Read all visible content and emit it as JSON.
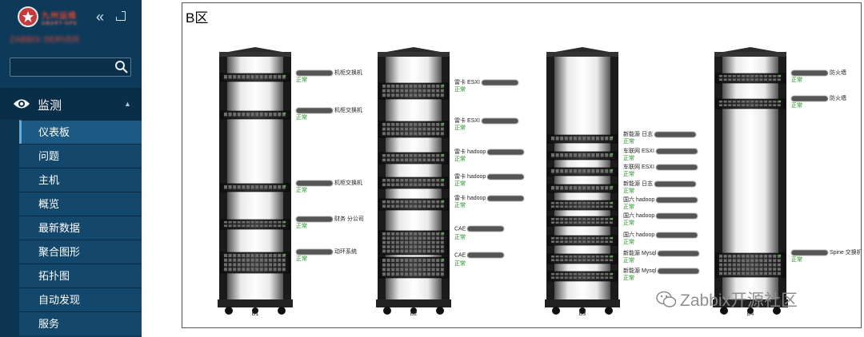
{
  "brand": {
    "name": "九州运维",
    "subtitle": "SMART-OPS"
  },
  "sidebar": {
    "server_name": "ZABBIX SERVER",
    "search": {
      "value": "",
      "placeholder": ""
    },
    "section": {
      "label": "监测"
    },
    "items": [
      {
        "label": "仪表板",
        "active": true
      },
      {
        "label": "问题"
      },
      {
        "label": "主机"
      },
      {
        "label": "概览"
      },
      {
        "label": "最新数据"
      },
      {
        "label": "聚合图形"
      },
      {
        "label": "拓扑图"
      },
      {
        "label": "自动发现"
      },
      {
        "label": "服务"
      }
    ]
  },
  "map": {
    "title": "B区",
    "status_ok": "正常",
    "racks": [
      {
        "label": "B1",
        "servers": [
          "机柜交换机",
          "机柜交换机",
          "机柜交换机",
          "财务 分公司",
          "动环系统"
        ]
      },
      {
        "label": "B2",
        "servers": [
          "雷卡 ESXI",
          "雷卡 ESXI",
          "雷卡 hadoop",
          "雷卡 hadoop",
          "雷卡 hadoop",
          "CAE",
          "CAE"
        ]
      },
      {
        "label": "B3",
        "servers": [
          "新能源 日志",
          "车联网 ESXI",
          "车联网 ESXI",
          "新能源 日志",
          "国六 hadoop",
          "国六 hadoop",
          "国六 hadoop",
          "新能源 Mysql",
          "新能源 Mysql"
        ]
      },
      {
        "label": "B4",
        "servers": [
          "防火墙",
          "防火墙",
          "Spine 交换机"
        ]
      }
    ]
  },
  "watermark": {
    "text": "Zabbix开源社区"
  },
  "colors": {
    "sidebar_bg": "#0e3a5a",
    "menu_item_bg": "#13476b",
    "menu_active_bg": "#1c5a83",
    "status_ok": "#1d8d1d"
  },
  "icons": [
    "logo-star-icon",
    "collapse-left-icon",
    "kiosk-mode-icon",
    "search-icon",
    "eye-icon",
    "caret-up-icon",
    "wechat-icon"
  ]
}
